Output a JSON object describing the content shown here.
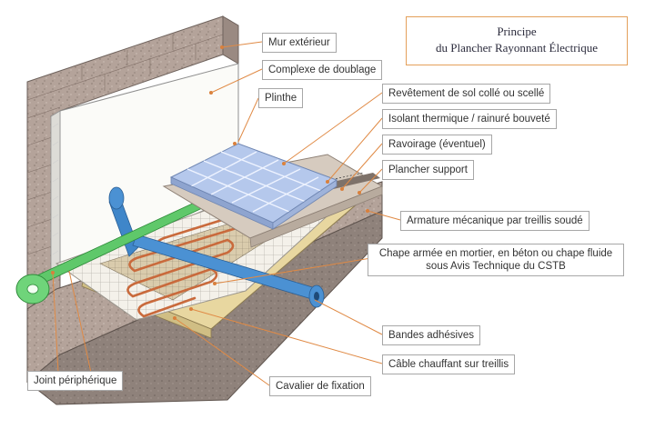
{
  "title": {
    "line1": "Principe",
    "line2": "du Plancher Rayonnant Électrique"
  },
  "labels": {
    "mur_exterieur": "Mur extérieur",
    "complexe_doublage": "Complexe de doublage",
    "plinthe": "Plinthe",
    "revetement": "Revêtement de sol collé ou scellé",
    "isolant": "Isolant thermique / rainuré bouveté",
    "ravoirage": "Ravoirage (éventuel)",
    "plancher_support": "Plancher support",
    "armature": "Armature mécanique par treillis soudé",
    "chape": "Chape armée en mortier, en béton ou chape fluide sous Avis Technique du CSTB",
    "bandes": "Bandes adhésives",
    "cable": "Câble chauffant sur treillis",
    "cavalier": "Cavalier de fixation",
    "joint": "Joint périphérique"
  },
  "colors": {
    "accent": "#e4a05a",
    "wall": "#b8a49a",
    "concrete": "#9c8e86",
    "tile": "#b5c8ec",
    "tape": "#3f86c9",
    "joint": "#5fc86a",
    "cable": "#c96a3c"
  }
}
